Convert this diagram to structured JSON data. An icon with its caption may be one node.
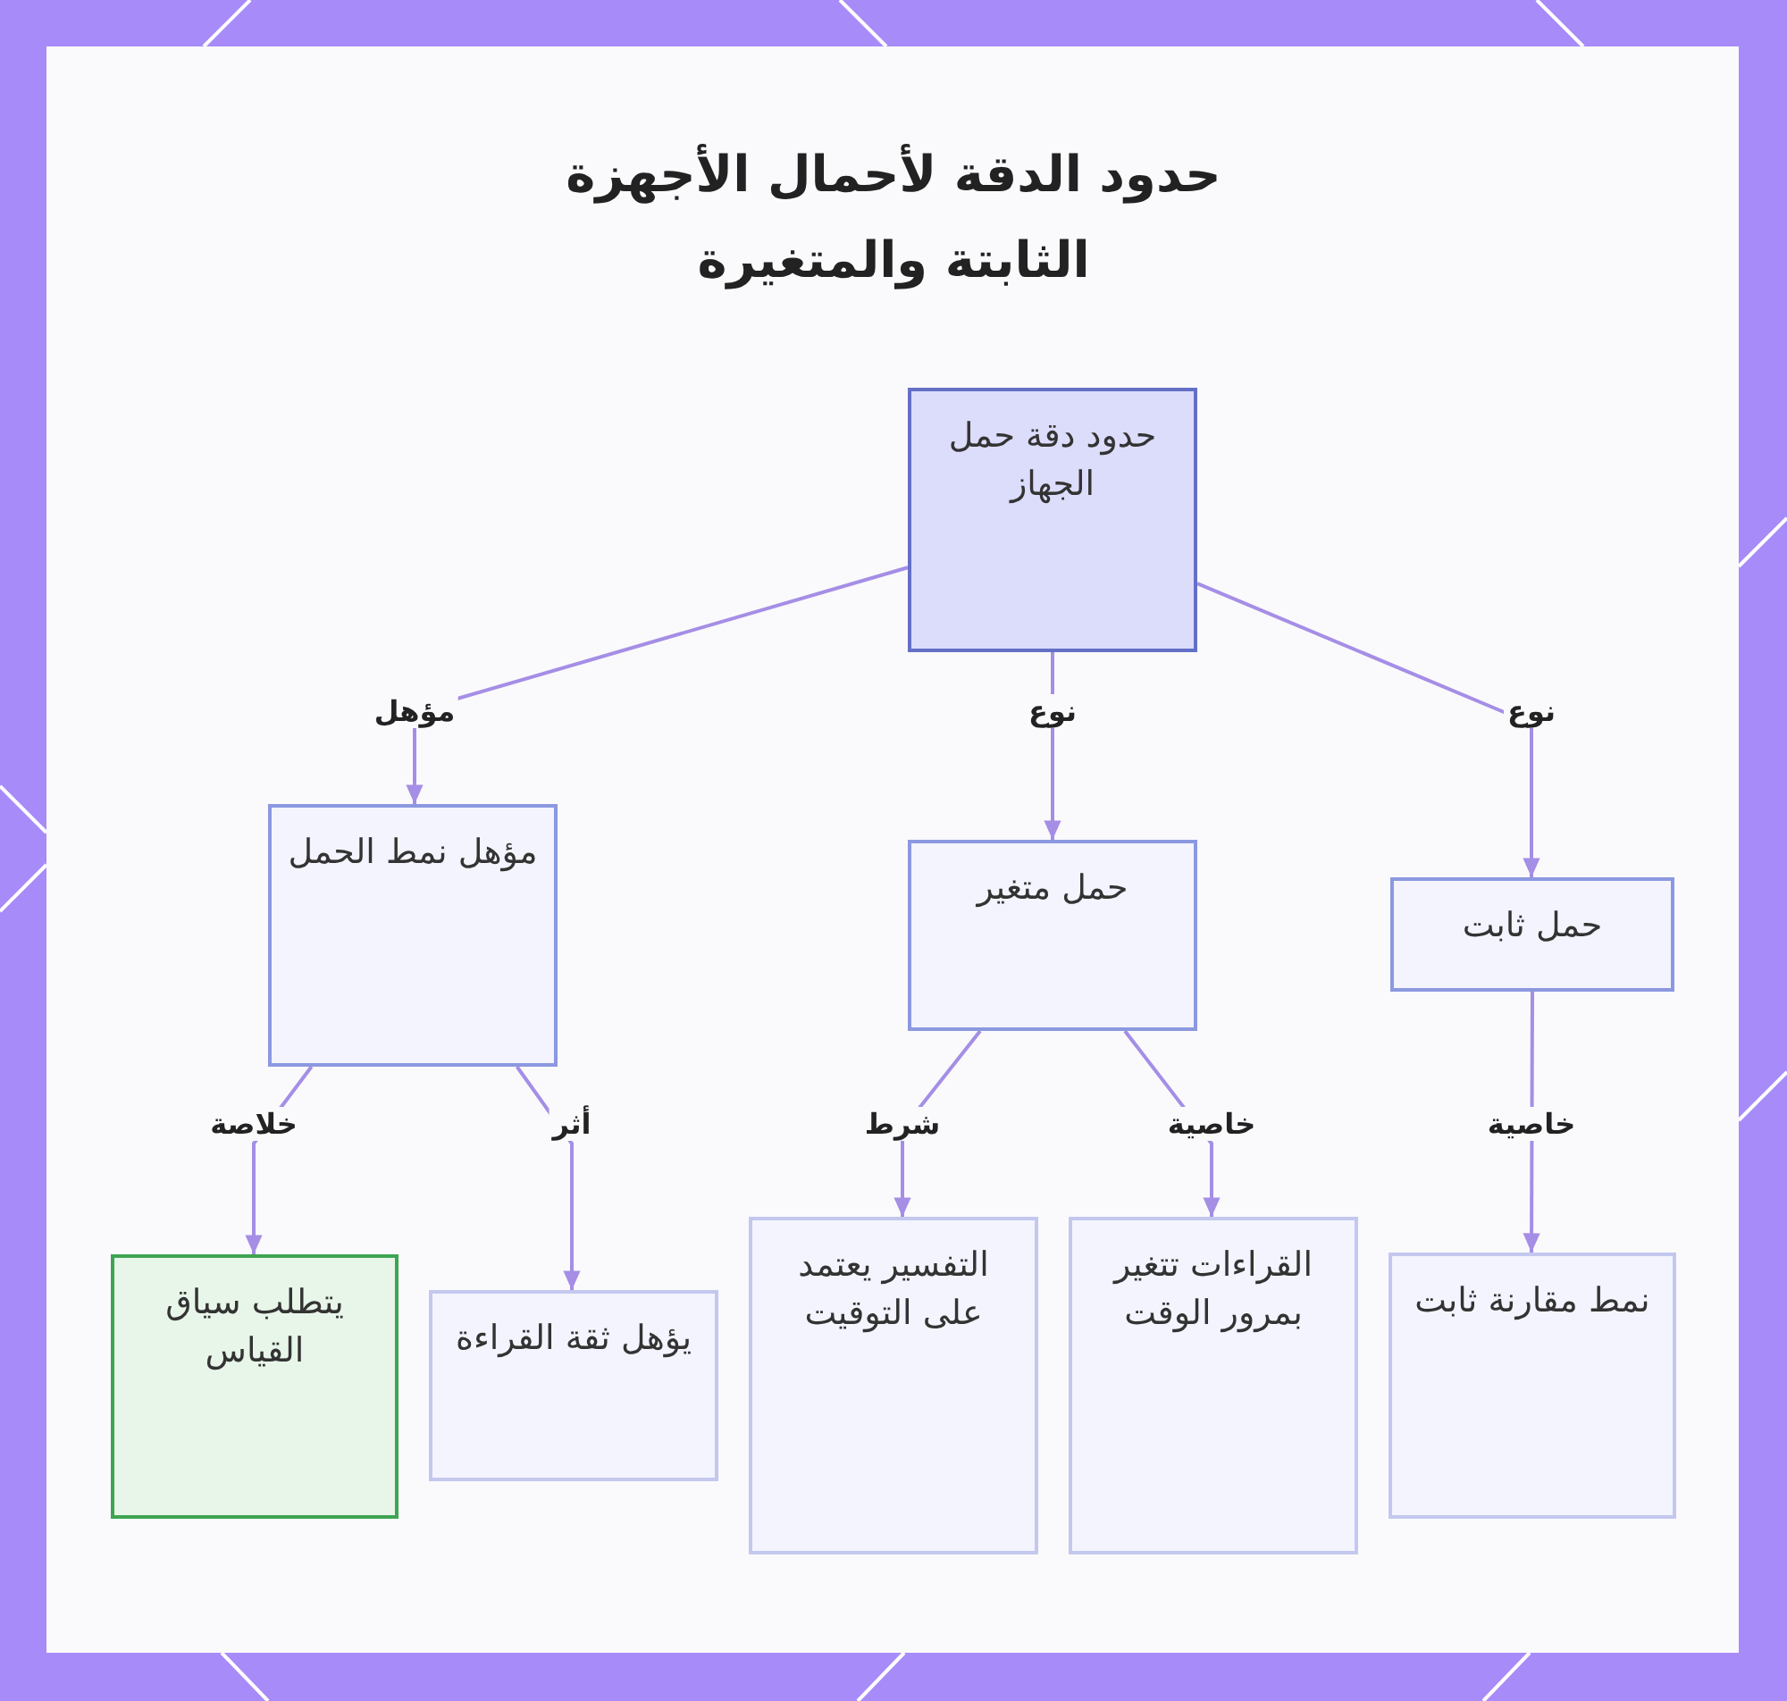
{
  "diagram": {
    "title": "حدود الدقة لأحمال الأجهزة الثابتة والمتغيرة",
    "nodes": [
      {
        "text": [
          "حدود دقة حمل الجهاز"
        ]
      },
      {
        "text": [
          "مؤهل نمط الحمل"
        ]
      },
      {
        "text": [
          "حمل متغير"
        ]
      },
      {
        "text": [
          "حمل ثابت"
        ]
      },
      {
        "text": [
          "يتطلب سياق القياس"
        ]
      },
      {
        "text": [
          "يؤهل ثقة القراءة"
        ]
      },
      {
        "text": [
          "التفسير يعتمد على التوقيت"
        ]
      },
      {
        "text": [
          "القراءات تتغير بمرور الوقت"
        ]
      },
      {
        "text": [
          "نمط مقارنة ثابت"
        ]
      }
    ],
    "edges": [
      {
        "from": 0,
        "to": 1,
        "arrow": "to",
        "label": "مؤهل"
      },
      {
        "from": 0,
        "to": 2,
        "arrow": "to",
        "label": "نوع"
      },
      {
        "from": 0,
        "to": 3,
        "arrow": "to",
        "label": "نوع"
      },
      {
        "from": 1,
        "to": 4,
        "arrow": "to",
        "label": "خلاصة"
      },
      {
        "from": 1,
        "to": 5,
        "arrow": "to",
        "label": "أثر"
      },
      {
        "from": 2,
        "to": 6,
        "arrow": "to",
        "label": "شرط"
      },
      {
        "from": 2,
        "to": 7,
        "arrow": "to",
        "label": "خاصية"
      },
      {
        "from": 3,
        "to": 8,
        "arrow": "to",
        "label": "خاصية"
      }
    ]
  }
}
